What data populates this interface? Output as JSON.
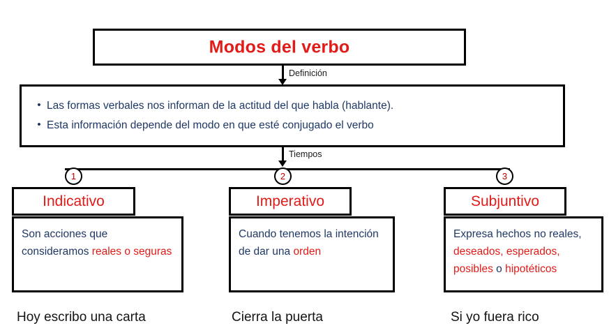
{
  "title": {
    "text": "Modos del verbo"
  },
  "connectors": {
    "definicion_label": "Definición",
    "tiempos_label": "Tiempos"
  },
  "definition": {
    "bullet_marker": "•",
    "bullets": [
      "Las formas verbales nos informan de la actitud del que habla (hablante).",
      "Esta información depende del modo en que esté conjugado el verbo"
    ]
  },
  "columns": [
    {
      "number": "1",
      "heading": "Indicativo",
      "body_segments": [
        {
          "text": "Son acciones que consideramos ",
          "color": "blue"
        },
        {
          "text": "reales o seguras",
          "color": "red"
        }
      ],
      "example": "Hoy escribo una carta"
    },
    {
      "number": "2",
      "heading": "Imperativo",
      "body_segments": [
        {
          "text": "Cuando tenemos la intención de dar una ",
          "color": "blue"
        },
        {
          "text": "orden",
          "color": "red"
        }
      ],
      "example": "Cierra la puerta"
    },
    {
      "number": "3",
      "heading": "Subjuntivo",
      "body_segments": [
        {
          "text": "Expresa hechos no reales, ",
          "color": "blue"
        },
        {
          "text": "deseados, esperados, posibles",
          "color": "red"
        },
        {
          "text": " o ",
          "color": "blue"
        },
        {
          "text": "hipotéticos",
          "color": "red"
        }
      ],
      "example": "Si yo fuera rico"
    }
  ],
  "colors": {
    "red": "#E01B18",
    "navy": "#1F3864",
    "circle_number": "#C00000",
    "outline": "#000000",
    "example_text": "#141414"
  }
}
